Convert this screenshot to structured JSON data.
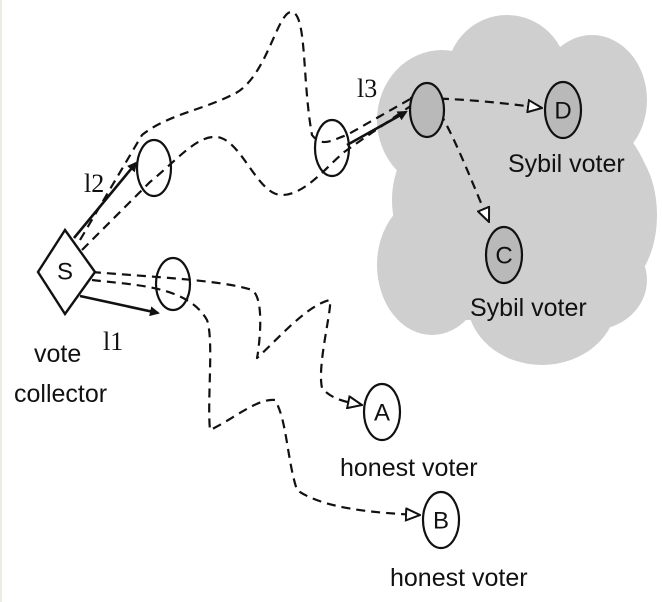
{
  "diagram": {
    "colors": {
      "sybil_region": "#cfcfcf",
      "sybil_node": "#b9b9b9",
      "stroke": "#111111",
      "background": "#ffffff"
    },
    "source": {
      "letter": "S",
      "label_line1": "vote",
      "label_line2": "collector",
      "shape": "diamond"
    },
    "links": [
      {
        "id": "l1",
        "label": "l1"
      },
      {
        "id": "l2",
        "label": "l2"
      },
      {
        "id": "l3",
        "label": "l3"
      }
    ],
    "voters": [
      {
        "letter": "A",
        "label": "honest voter",
        "type": "honest"
      },
      {
        "letter": "B",
        "label": "honest voter",
        "type": "honest"
      },
      {
        "letter": "C",
        "label": "Sybil voter",
        "type": "sybil"
      },
      {
        "letter": "D",
        "label": "Sybil voter",
        "type": "sybil"
      }
    ]
  }
}
